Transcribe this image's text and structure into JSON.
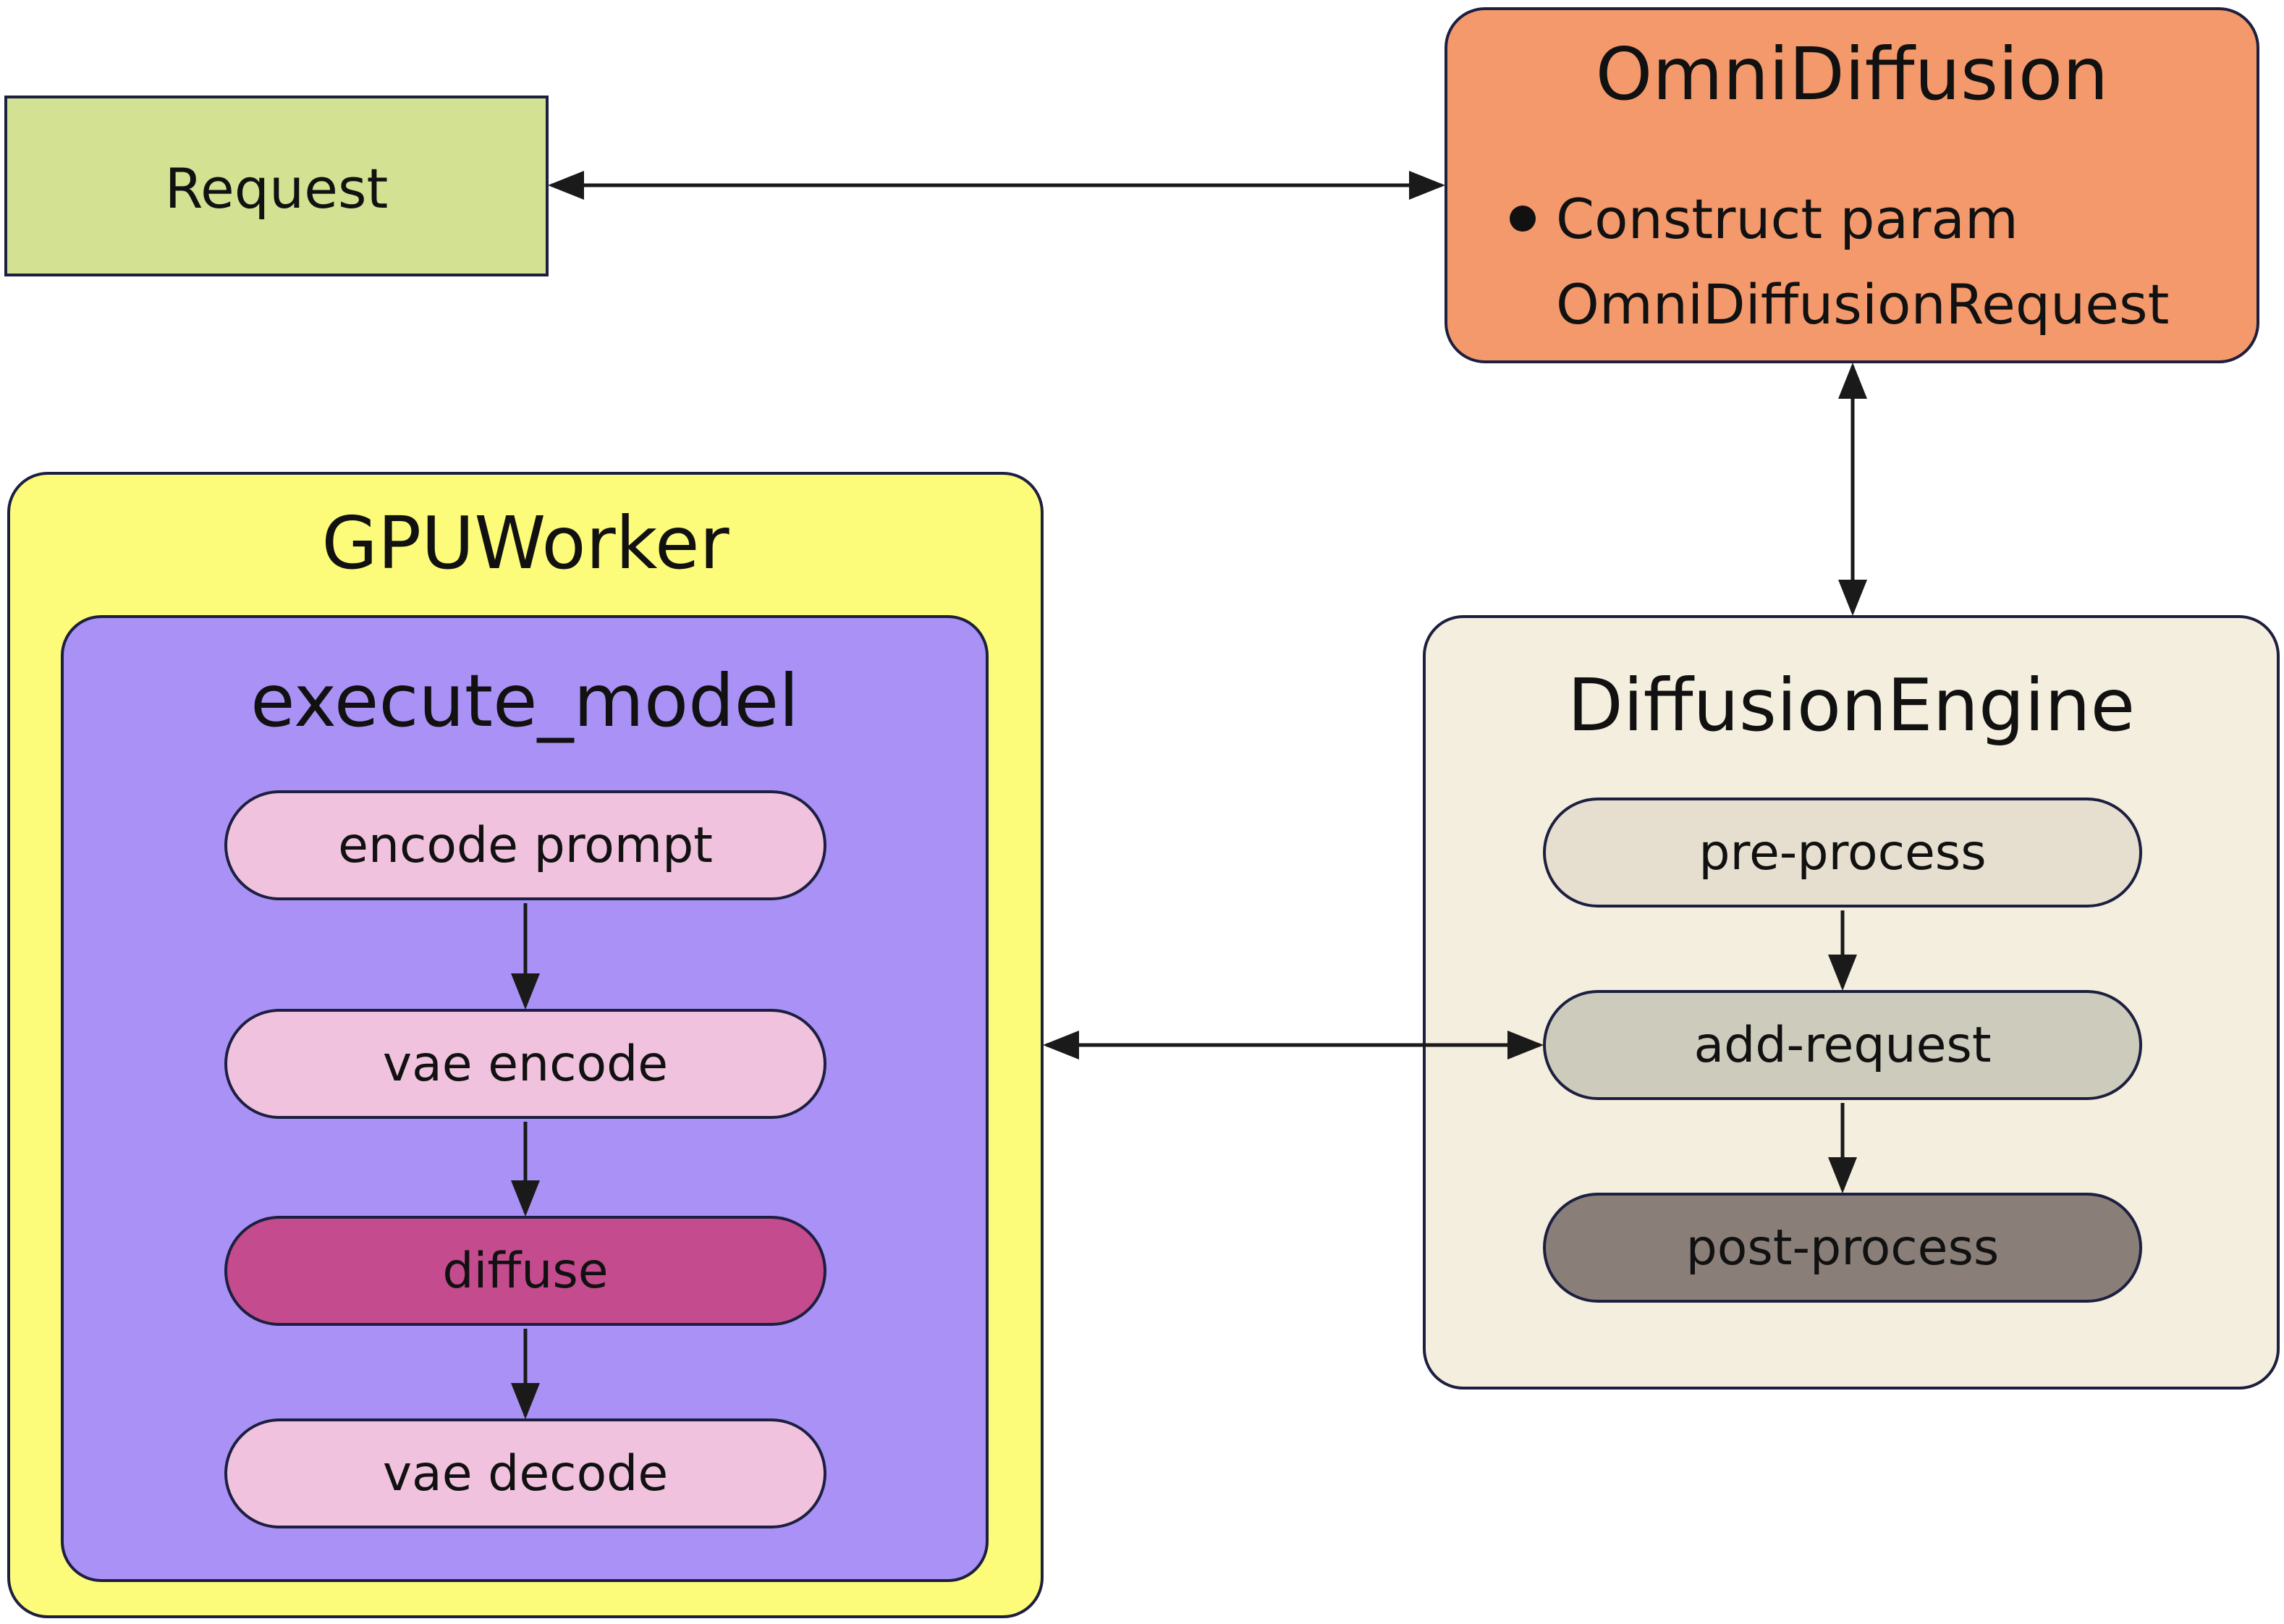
{
  "request": {
    "label": "Request"
  },
  "omni_diffusion": {
    "title": "OmniDiffusion",
    "bullet_line1": "Construct param",
    "bullet_line2": "OmniDiffusionRequest"
  },
  "gpu_worker": {
    "title": "GPUWorker",
    "execute_model": {
      "title": "execute_model",
      "steps": [
        "encode prompt",
        "vae encode",
        "diffuse",
        "vae decode"
      ]
    }
  },
  "diffusion_engine": {
    "title": "DiffusionEngine",
    "steps": [
      "pre-process",
      "add-request",
      "post-process"
    ]
  },
  "colors": {
    "request_fill": "#d3e193",
    "omni_fill": "#f4996b",
    "gpu_worker_fill": "#fdfb7a",
    "execute_model_fill": "#aa91f6",
    "step_fill": "#f0c2de",
    "diffuse_fill": "#c44b8d",
    "engine_fill": "#f3eedd",
    "pre_process_fill": "#e6dfcf",
    "add_request_fill": "#cdcbbc",
    "post_process_fill": "#8a7f78",
    "border": "#1c1f3f"
  }
}
